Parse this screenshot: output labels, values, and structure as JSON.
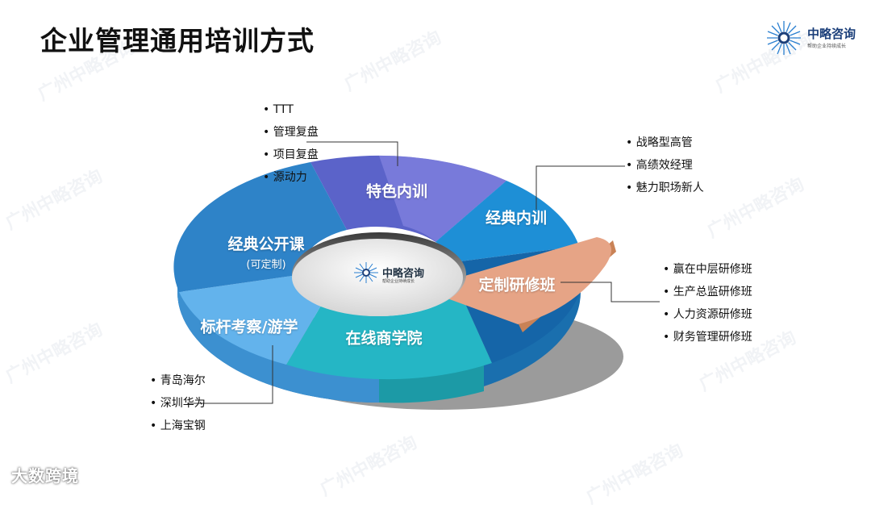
{
  "title": "企业管理通用培训方式",
  "brand": {
    "name": "中略咨询",
    "tagline": "帮助企业持续成长",
    "watermark": "广州中略咨询"
  },
  "diagram": {
    "segments": [
      {
        "id": "tese",
        "label": "特色内训",
        "color": "#5b63c9"
      },
      {
        "id": "jingdian-neixun",
        "label": "经典内训",
        "color": "#1e8fd6"
      },
      {
        "id": "dingzhi",
        "label": "定制研修班",
        "color": "#e6a486"
      },
      {
        "id": "zaixian",
        "label": "在线商学院",
        "color": "#25b6c5"
      },
      {
        "id": "biaogan",
        "label": "标杆考察/游学",
        "color": "#63b3ec"
      },
      {
        "id": "gongkaike",
        "label": "经典公开课",
        "sublabel": "(可定制)",
        "color": "#2e83c8"
      }
    ],
    "center_logo": {
      "name": "中略咨询",
      "tagline": "帮助企业持续成长"
    }
  },
  "callouts": {
    "tese": [
      "TTT",
      "管理复盘",
      "项目复盘",
      "源动力"
    ],
    "jingdian_neixun": [
      "战略型高管",
      "高绩效经理",
      "魅力职场新人"
    ],
    "dingzhi": [
      "赢在中层研修班",
      "生产总监研修班",
      "人力资源研修班",
      "财务管理研修班"
    ],
    "biaogan": [
      "青岛海尔",
      "深圳华为",
      "上海宝钢"
    ]
  },
  "footer": {
    "logo_text": "大数跨境"
  }
}
